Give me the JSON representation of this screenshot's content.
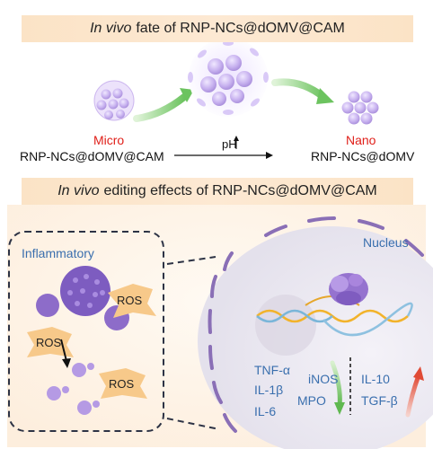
{
  "header1": {
    "italic": "In vivo",
    "rest": "fate of RNP-NCs@dOMV@CAM"
  },
  "micro": {
    "tag": "Micro",
    "name": "RNP-NCs@dOMV@CAM"
  },
  "nano": {
    "tag": "Nano",
    "name": "RNP-NCs@dOMV"
  },
  "ph_label": "pH",
  "header2": {
    "italic": "In vivo",
    "rest": "editing effects of RNP-NCs@dOMV@CAM"
  },
  "inflammatory": "Inflammatory",
  "nucleus": "Nucleus",
  "ros": [
    "ROS",
    "ROS",
    "ROS"
  ],
  "pro_inflammatory": [
    "TNF-α",
    "IL-1β",
    "IL-6"
  ],
  "enzymes": [
    "iNOS",
    "MPO"
  ],
  "anti_inflammatory": [
    "IL-10",
    "TGF-β"
  ],
  "colors": {
    "banner": "#fbe3c6",
    "red": "#e0201a",
    "blue": "#3a6fae",
    "purple": "#8f6fd0",
    "arrow_green": "#7bc96f"
  }
}
